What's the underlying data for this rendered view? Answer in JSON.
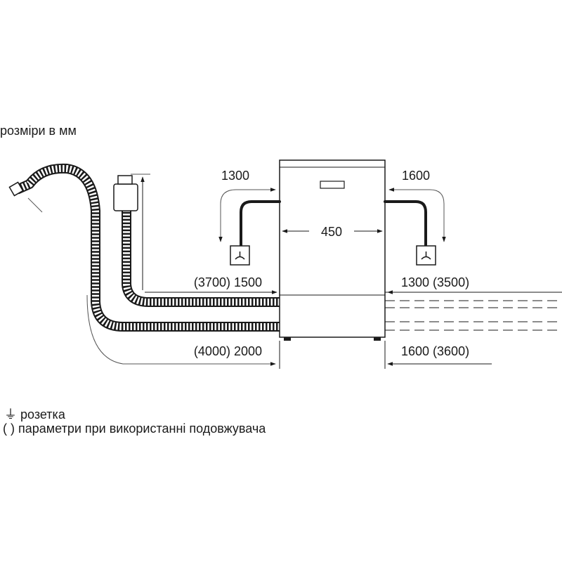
{
  "header": {
    "units_text": "розміри в мм"
  },
  "dimensions": {
    "power_left": "1300",
    "power_right": "1600",
    "width": "450",
    "inlet_left": "(3700) 1500",
    "inlet_right": "1300 (3500)",
    "drain_left": "(4000) 2000",
    "drain_right": "1600 (3600)"
  },
  "legend": {
    "socket_symbol": "⏚",
    "socket_label": "розетка",
    "extension_symbol": "( )",
    "extension_label": "параметри при використанні подовжувача"
  }
}
